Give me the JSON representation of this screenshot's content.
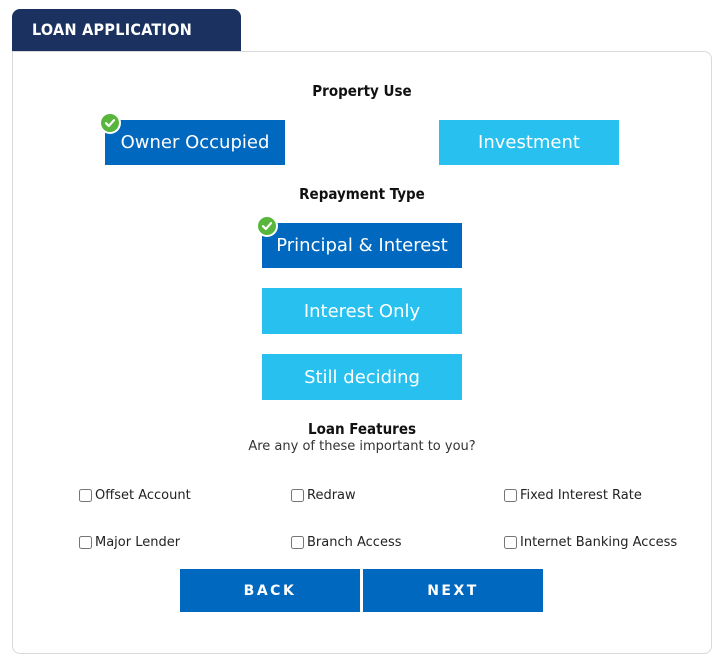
{
  "header": {
    "title": "LOAN APPLICATION FORM"
  },
  "property_use": {
    "heading": "Property Use",
    "options": [
      {
        "label": "Owner Occupied",
        "selected": true
      },
      {
        "label": "Investment",
        "selected": false
      }
    ]
  },
  "repayment_type": {
    "heading": "Repayment Type",
    "options": [
      {
        "label": "Principal & Interest",
        "selected": true
      },
      {
        "label": "Interest Only",
        "selected": false
      },
      {
        "label": "Still deciding",
        "selected": false
      }
    ]
  },
  "loan_features": {
    "heading": "Loan Features",
    "subheading": "Are any of these important to you?",
    "items": [
      {
        "label": "Offset Account",
        "checked": false
      },
      {
        "label": "Redraw",
        "checked": false
      },
      {
        "label": "Fixed Interest Rate",
        "checked": false
      },
      {
        "label": "Major Lender",
        "checked": false
      },
      {
        "label": "Branch Access",
        "checked": false
      },
      {
        "label": "Internet Banking Access",
        "checked": false
      }
    ]
  },
  "nav": {
    "back_label": "BACK",
    "next_label": "NEXT"
  },
  "colors": {
    "header_bg": "#1b3260",
    "selected": "#0068bf",
    "unselected": "#27c0ef",
    "check": "#58b63c"
  },
  "icons": {
    "selected_marker": "check-icon"
  }
}
